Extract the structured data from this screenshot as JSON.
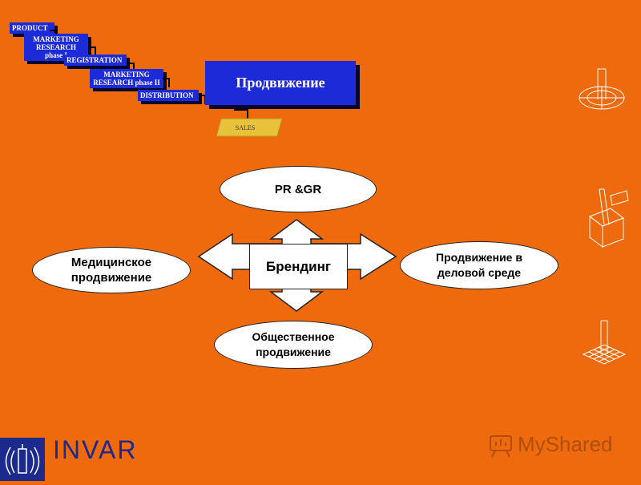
{
  "process": {
    "steps": [
      {
        "label": "PRODUCT"
      },
      {
        "label": "MARKETING RESEARCH phase I"
      },
      {
        "label": "REGISTRATION"
      },
      {
        "label": "MARKETING RESEARCH phase II"
      },
      {
        "label": "DISTRIBUTION"
      }
    ],
    "main_label": "Продвижение",
    "sales_label": "SALES"
  },
  "diagram": {
    "center": "Брендинг",
    "top": "PR &GR",
    "left": "Медицинское продвижение",
    "right": "Продвижение в деловой среде",
    "bottom": "Общественное продвижение"
  },
  "footer": {
    "brand": "INVAR",
    "watermark": "MyShared"
  },
  "colors": {
    "background": "#ee6a0c",
    "step_blue": "#1c2ad8",
    "brand_blue": "#1b2a8c"
  }
}
